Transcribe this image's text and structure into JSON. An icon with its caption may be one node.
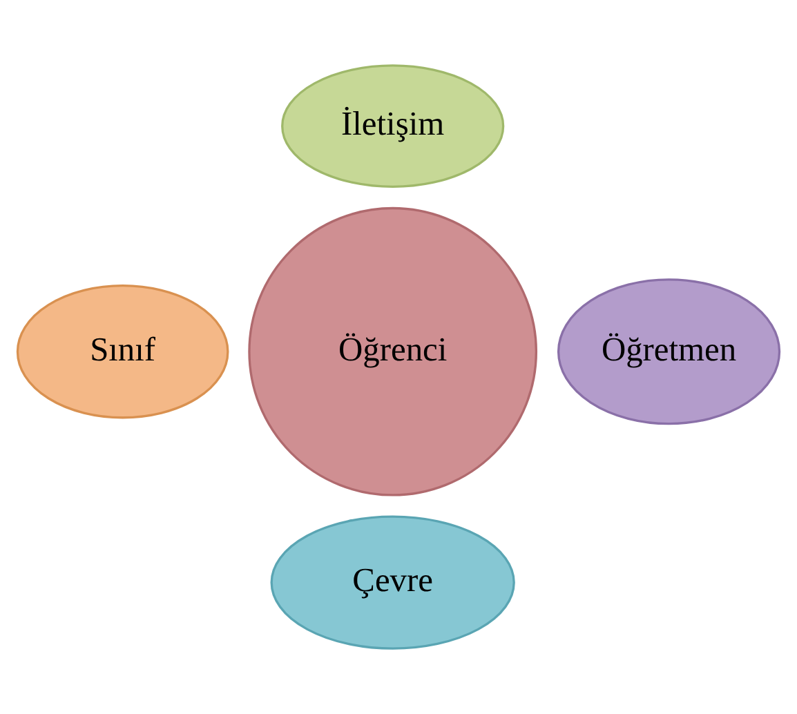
{
  "diagram": {
    "nodes": [
      {
        "text": [
          "İletişim"
        ]
      },
      {
        "text": [
          "Sınıf"
        ]
      },
      {
        "text": [
          "Öğrenci"
        ]
      },
      {
        "text": [
          "Öğretmen"
        ]
      },
      {
        "text": [
          "Çevre"
        ]
      }
    ]
  }
}
